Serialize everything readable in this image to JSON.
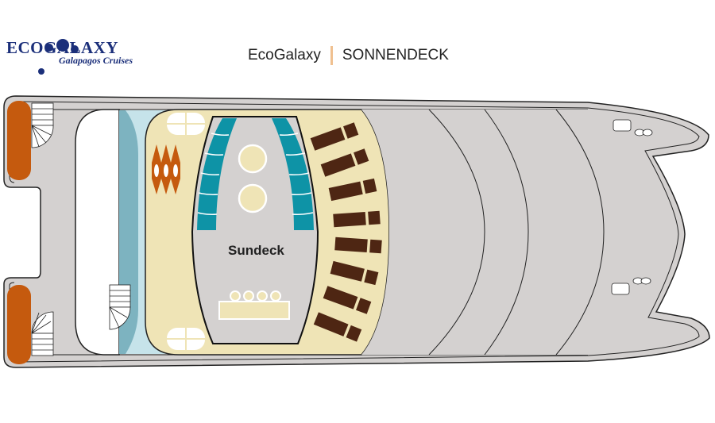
{
  "logo": {
    "main": "ECOGALAXY",
    "sub": "Galapagos Cruises"
  },
  "header": {
    "ship": "EcoGalaxy",
    "deck": "SONNENDECK"
  },
  "plan": {
    "area_label": "Sundeck"
  },
  "colors": {
    "hull": "#d4d1d0",
    "sunarea": "#efe4b6",
    "seats": "#0e93a6",
    "loungers": "#4e2613",
    "lifeboats": "#c55a0e",
    "pool_edge": "#7db3c0",
    "pool": "#c6e3ea"
  }
}
